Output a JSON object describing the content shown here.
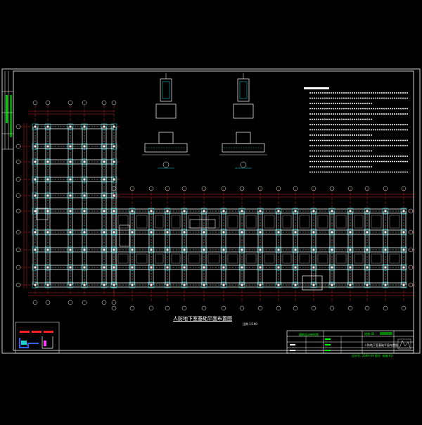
{
  "drawing": {
    "plan_title": "人防地下室基础平面布置图",
    "plan_scale": "比例 1:100",
    "title_block": {
      "sheet_title": "人防地下室基础平面布置图",
      "company_label": "建筑设计研究院",
      "sheet_number": "结施-03",
      "footer": "设计号: 2009-XX  图号: 结施-03"
    }
  },
  "colors": {
    "background": "#000000",
    "frame": "#ffffff",
    "grid_line": "#ff3030",
    "structure": "#ffffff",
    "rebar": "#20d0d0",
    "text": "#ffffff",
    "accent_green": "#00ff00",
    "accent_yellow": "#ffff00",
    "accent_magenta": "#ff40ff",
    "accent_blue": "#3060ff"
  }
}
